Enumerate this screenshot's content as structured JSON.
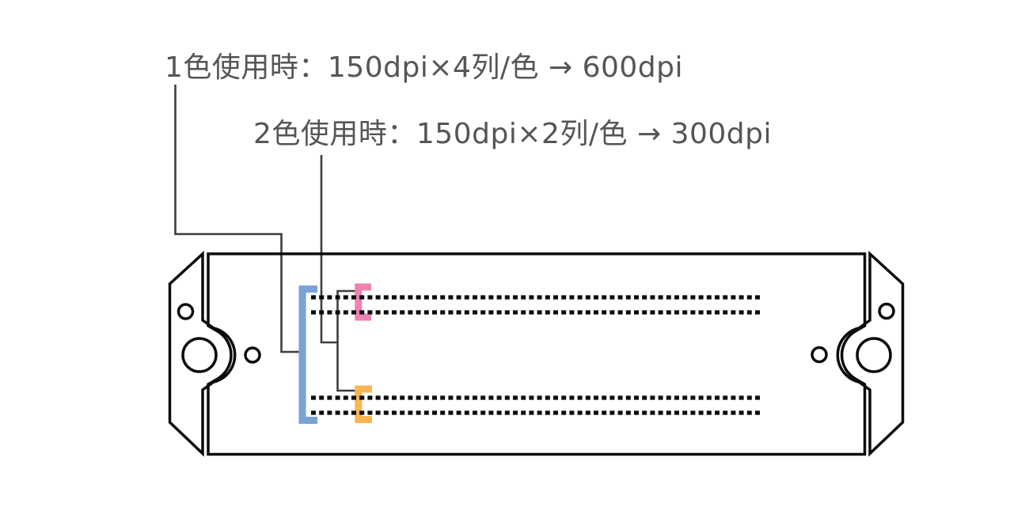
{
  "labels": {
    "one_color": "1色使用時：150dpi×4列/色 → 600dpi",
    "two_color": "2色使用時：150dpi×2列/色 → 300dpi"
  },
  "colors": {
    "background": "#ffffff",
    "outline": "#0b0b0b",
    "text": "#555555",
    "leader_line": "#3d3d3d",
    "nozzle_row": "#0b0b0b",
    "bracket_all_rows": "#7aa2d6",
    "bracket_top_pair": "#ee82b2",
    "bracket_bottom_pair": "#f8b551"
  },
  "printhead": {
    "nozzle_row_count": 4,
    "nozzle_row_style": "dotted",
    "row_groups": [
      {
        "name": "all-4-rows",
        "rows": 4,
        "bracket_color": "#7aa2d6",
        "label_ref": "one_color"
      },
      {
        "name": "top-2-rows",
        "rows": 2,
        "bracket_color": "#ee82b2",
        "label_ref": "two_color"
      },
      {
        "name": "bottom-2-rows",
        "rows": 2,
        "bracket_color": "#f8b551",
        "label_ref": "two_color"
      }
    ],
    "mount_holes": {
      "large": 2,
      "small_plate": 2,
      "small_body": 2
    }
  }
}
